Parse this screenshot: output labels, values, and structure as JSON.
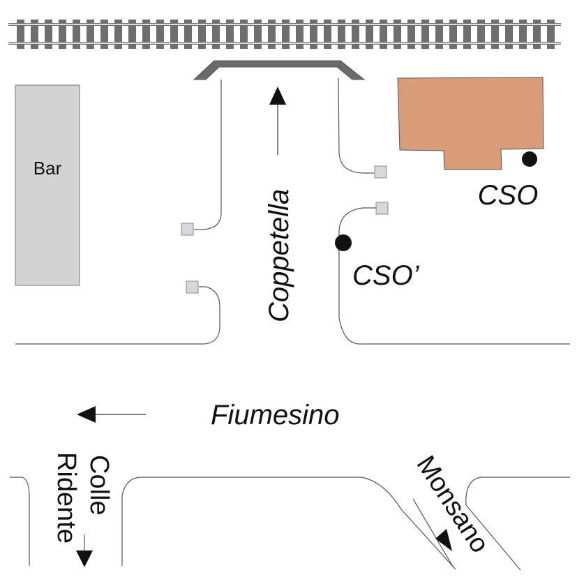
{
  "map": {
    "labels": {
      "bar": "Bar",
      "cso": "CSO",
      "cso_prime": "CSO’",
      "coppetella": "Coppetella",
      "fiumesino": "Fiumesino",
      "colle": "Colle",
      "ridente": "Ridente",
      "monsano": "Monsano"
    },
    "colors": {
      "rail": "#6e6e6e",
      "rail_line": "#ffffff",
      "platform": "#6a6a6a",
      "bar_building": "#d3d3d3",
      "cso_building": "#d99c78",
      "inlet": "#d6d8db",
      "cso_point": "#111111",
      "road": "#555555"
    }
  }
}
